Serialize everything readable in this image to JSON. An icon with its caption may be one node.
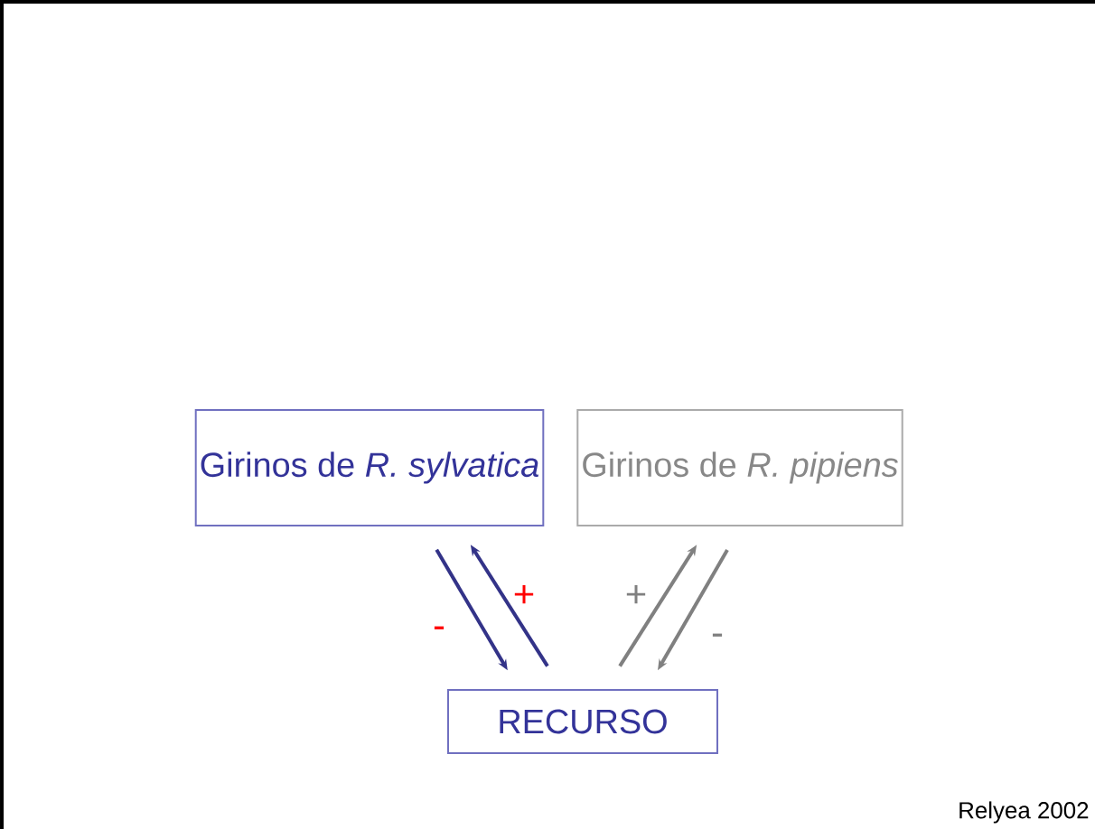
{
  "diagram": {
    "nodes": [
      {
        "text": [
          "Girinos de *R. sylvatica*"
        ]
      },
      {
        "text": [
          "Girinos de *R. pipiens*"
        ]
      },
      {
        "text": [
          "RECURSO"
        ]
      }
    ],
    "edges": [
      {
        "from": 0,
        "to": 2,
        "arrow": "to",
        "label": "-",
        "color": "#333388"
      },
      {
        "from": 2,
        "to": 0,
        "arrow": "to",
        "label": "+",
        "color": "#333388"
      },
      {
        "from": 2,
        "to": 1,
        "arrow": "to",
        "label": "+",
        "color": "#808080"
      },
      {
        "from": 1,
        "to": 2,
        "arrow": "to",
        "label": "-",
        "color": "#808080"
      }
    ],
    "labels": [
      "Relyea 2002"
    ]
  }
}
